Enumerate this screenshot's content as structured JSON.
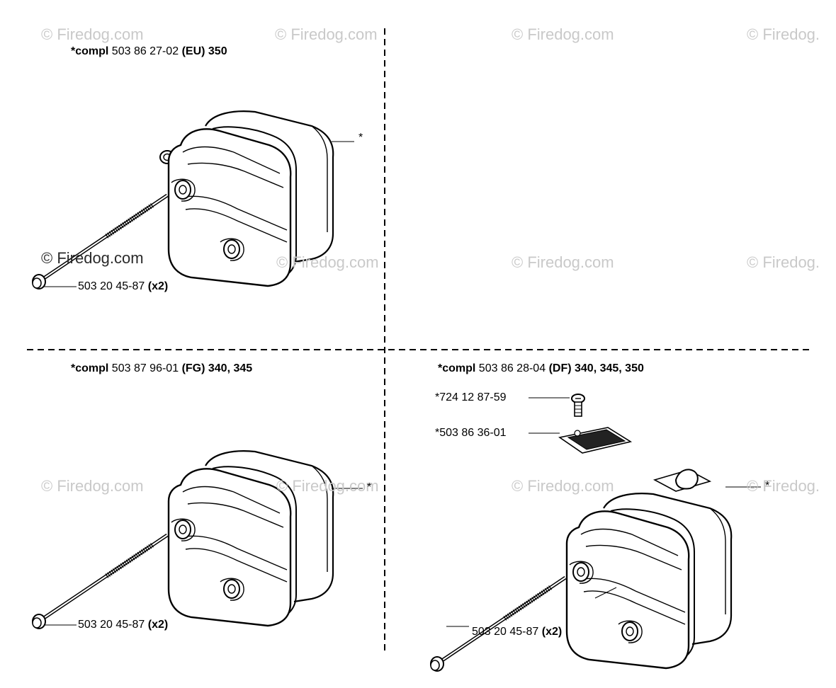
{
  "watermark": "© Firedog.com",
  "watermark_cut": "© Firedog.",
  "panels": {
    "top_left": {
      "title_bold1": "*compl",
      "title_num": "503 86 27-02",
      "title_bold2": "(EU) 350",
      "star": "*",
      "bolt_num": "503 20 45-87",
      "bolt_qty": "(x2)"
    },
    "bottom_left": {
      "title_bold1": "*compl",
      "title_num": "503 87 96-01",
      "title_bold2": "(FG) 340, 345",
      "star": "*",
      "bolt_num": "503 20 45-87",
      "bolt_qty": "(x2)"
    },
    "bottom_right": {
      "title_bold1": "*compl",
      "title_num": "503 86 28-04",
      "title_bold2": "(DF) 340, 345, 350",
      "screw_label": "*724 12 87-59",
      "screen_label": "*503 86 36-01",
      "star": "*",
      "bolt_num": "503 20 45-87",
      "bolt_qty": "(x2)"
    }
  }
}
